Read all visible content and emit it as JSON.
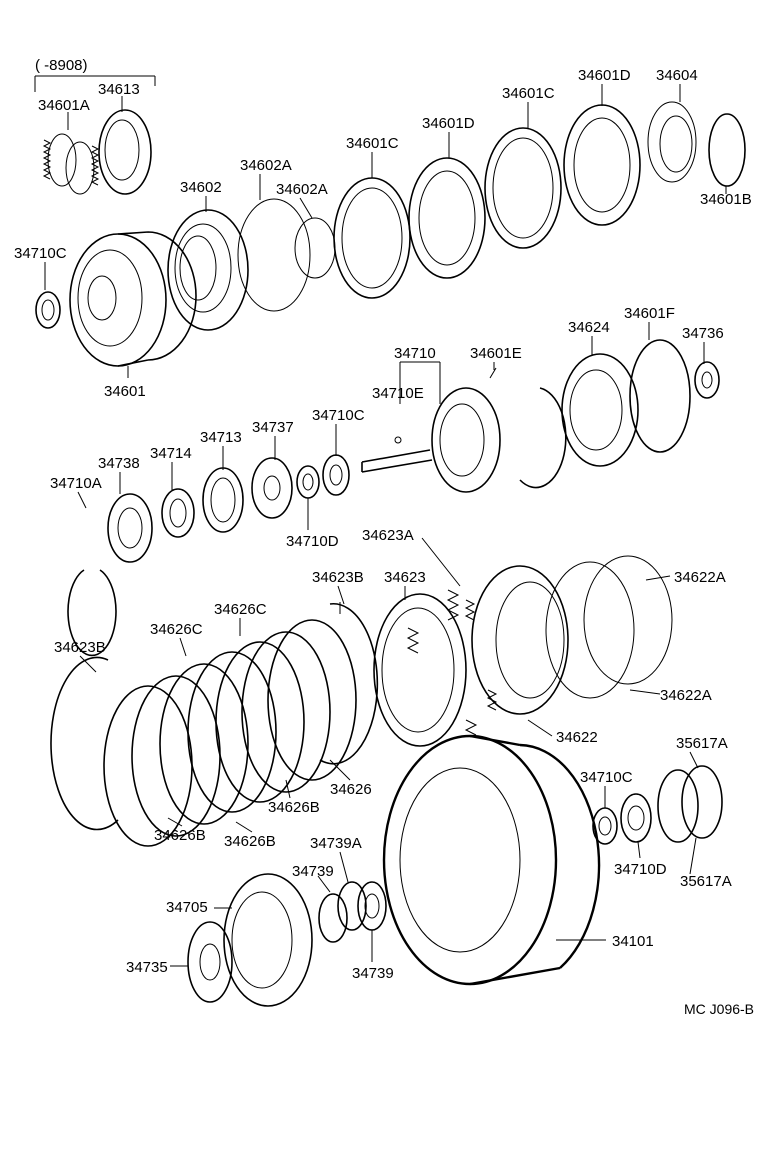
{
  "diagram": {
    "bracket_note": "(      -8908)",
    "figure_code": "MC J096-B",
    "labels": {
      "l_34601A": "34601A",
      "l_34613": "34613",
      "l_34604": "34604",
      "l_34601D_a": "34601D",
      "l_34601C_a": "34601C",
      "l_34601D_b": "34601D",
      "l_34601C_b": "34601C",
      "l_34602A_a": "34602A",
      "l_34602A_b": "34602A",
      "l_34602": "34602",
      "l_34601B": "34601B",
      "l_34710C_a": "34710C",
      "l_34601": "34601",
      "l_34624": "34624",
      "l_34601F": "34601F",
      "l_34736": "34736",
      "l_34710": "34710",
      "l_34601E": "34601E",
      "l_34710E": "34710E",
      "l_34737": "34737",
      "l_34710C_b": "34710C",
      "l_34713": "34713",
      "l_34738": "34738",
      "l_34714": "34714",
      "l_34710A": "34710A",
      "l_34710D_a": "34710D",
      "l_34623A": "34623A",
      "l_34623B_a": "34623B",
      "l_34623": "34623",
      "l_34622A_a": "34622A",
      "l_34626C_a": "34626C",
      "l_34626C_b": "34626C",
      "l_34623B_b": "34623B",
      "l_34622A_b": "34622A",
      "l_34622": "34622",
      "l_34626": "34626",
      "l_34626B_a": "34626B",
      "l_34626B_b": "34626B",
      "l_34626B_c": "34626B",
      "l_35617A_a": "35617A",
      "l_34710C_c": "34710C",
      "l_34710D_b": "34710D",
      "l_35617A_b": "35617A",
      "l_34739A": "34739A",
      "l_34739_a": "34739",
      "l_34705": "34705",
      "l_34101": "34101",
      "l_34735": "34735",
      "l_34739_b": "34739"
    }
  }
}
